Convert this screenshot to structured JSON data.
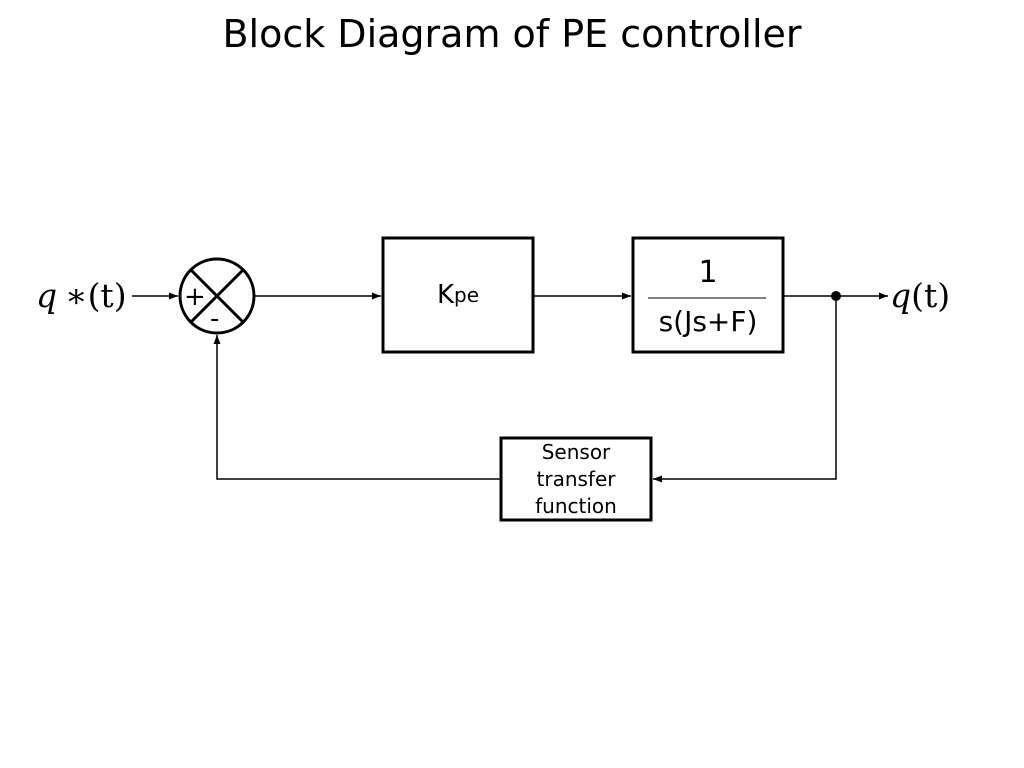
{
  "title": "Block Diagram of PE controller",
  "input_signal": {
    "symbol": "q",
    "star": "∗",
    "arg": "(t)"
  },
  "output_signal": {
    "symbol": "q",
    "arg": "(t)"
  },
  "summing_junction": {
    "plus": "+",
    "minus": "-"
  },
  "controller_block": {
    "main": "K",
    "subscript": "pe"
  },
  "plant_block": {
    "numerator": "1",
    "denominator": "s(Js+F)"
  },
  "sensor_block": {
    "lines": [
      "Sensor",
      "transfer",
      "function"
    ]
  }
}
